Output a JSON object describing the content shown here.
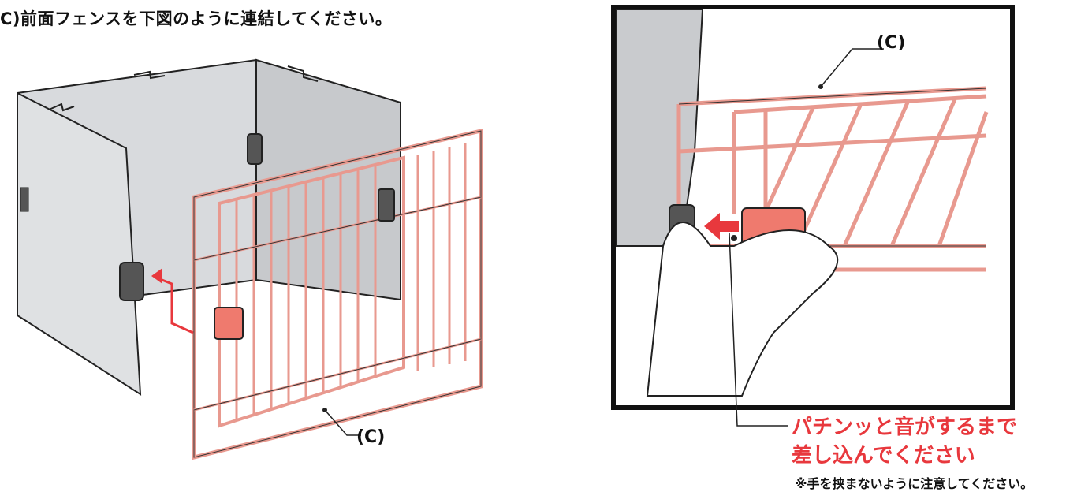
{
  "instruction": "C)前面フェンスを下図のように連結してください。",
  "left_callout": "(C)",
  "detail_callout": "(C)",
  "warning_line1": "パチンッと音がするまで",
  "warning_line2": "差し込んでください",
  "caution": "※手を挟まないように注意してください。",
  "colors": {
    "accent_red": "#e8383d",
    "fence_pink": "#e8998f",
    "clip_red": "#ef7a6e",
    "panel_gray": "#d4d6d9",
    "outline": "#222222"
  },
  "icons": [
    "left-arrow-icon",
    "hook-arrow-icon",
    "hand-illustration"
  ]
}
